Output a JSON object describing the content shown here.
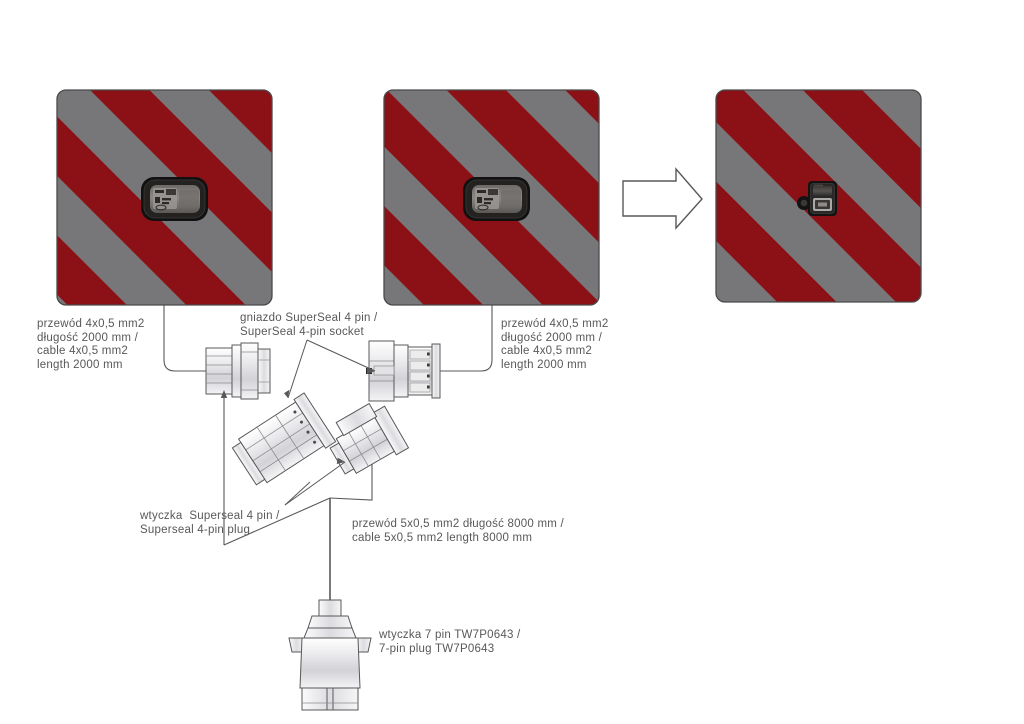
{
  "diagram": {
    "title": "Trailer marker board wiring diagram",
    "colors": {
      "stripe_red": "#8c1116",
      "stripe_gray": "#77777a",
      "panel_border": "#4a4a4c",
      "line": "#58585a",
      "text": "#58585a",
      "lamp_body": "#1c1b1b",
      "background": "#ffffff"
    }
  },
  "panels": [
    {
      "id": "panel-left",
      "name": "warning-board-left",
      "stripe_direction": "descending",
      "lamp": {
        "type": "oval-lamp",
        "orientation": "horizontal"
      }
    },
    {
      "id": "panel-middle",
      "name": "warning-board-middle",
      "stripe_direction": "descending",
      "lamp": {
        "type": "oval-lamp",
        "orientation": "horizontal"
      }
    },
    {
      "id": "panel-right",
      "name": "warning-board-right",
      "stripe_direction": "descending",
      "lamp": {
        "type": "compact-lamp",
        "orientation": "vertical"
      }
    }
  ],
  "arrow": {
    "name": "flow-arrow",
    "direction": "right"
  },
  "labels": {
    "cable_left": "przewód 4x0,5 mm2\ndługość 2000 mm /\ncable 4x0,5 mm2\nlength 2000 mm",
    "socket_superseal": "gniazdo SuperSeal 4 pin /\nSuperSeal 4-pin socket",
    "cable_right": "przewód 4x0,5 mm2\ndługość 2000 mm /\ncable 4x0,5 mm2\nlength 2000 mm",
    "plug_superseal": "wtyczka  Superseal 4 pin /\nSuperseal 4-pin plug",
    "cable_main": "przewód 5x0,5 mm2 długość 8000 mm /\ncable 5x0,5 mm2 length 8000 mm",
    "plug_7pin": "wtyczka 7 pin TW7P0643 /\n7-pin plug TW7P0643"
  },
  "components": [
    {
      "name": "superseal-socket-left",
      "label_ref": "cable_left"
    },
    {
      "name": "superseal-socket-right",
      "label_ref": "socket_superseal"
    },
    {
      "name": "superseal-plug-4pin",
      "label_ref": "plug_superseal"
    },
    {
      "name": "superseal-plug-angled",
      "label_ref": "plug_superseal"
    },
    {
      "name": "plug-7pin-tw7p0643",
      "label_ref": "plug_7pin"
    }
  ]
}
